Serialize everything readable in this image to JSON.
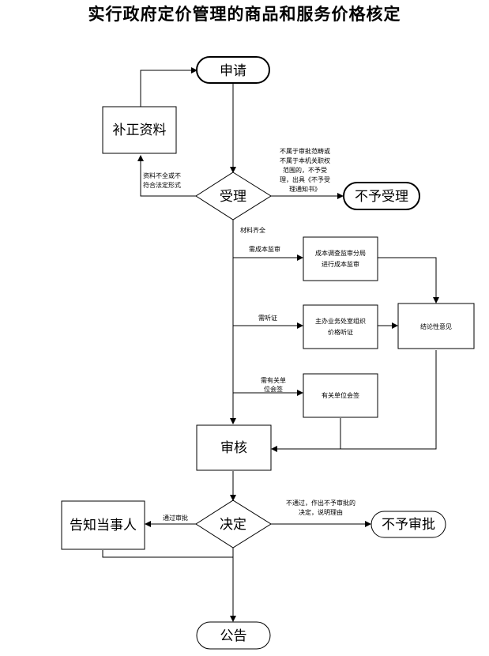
{
  "title": "实行政府定价管理的商品和服务价格核定",
  "nodes": {
    "apply": "申请",
    "supplement": "补正资料",
    "accept": "受理",
    "reject_accept": "不予受理",
    "cost_review_line1": "成本调查监审分局",
    "cost_review_line2": "进行成本监审",
    "hearing_line1": "主办业务处室组织",
    "hearing_line2": "价格听证",
    "cosign": "有关单位会签",
    "conclusion": "结论性意见",
    "review": "审核",
    "decide": "决定",
    "notify": "告知当事人",
    "reject_approve": "不予审批",
    "announce": "公告"
  },
  "edge_labels": {
    "incomplete_line1": "资料不全或不",
    "incomplete_line2": "符合法定形式",
    "out_of_scope_line1": "不属于审批范畴或",
    "out_of_scope_line2": "不属于本机关职权",
    "out_of_scope_line3": "范围的，不予受",
    "out_of_scope_line4": "理，出具《不予受",
    "out_of_scope_line5": "理通知书》",
    "complete": "材料齐全",
    "need_cost": "需成本监审",
    "need_hearing": "需听证",
    "need_cosign_line1": "需有关单",
    "need_cosign_line2": "位会签",
    "approved": "通过审批",
    "rejected_line1": "不通过，作出不予审批的",
    "rejected_line2": "决定，说明理由"
  }
}
